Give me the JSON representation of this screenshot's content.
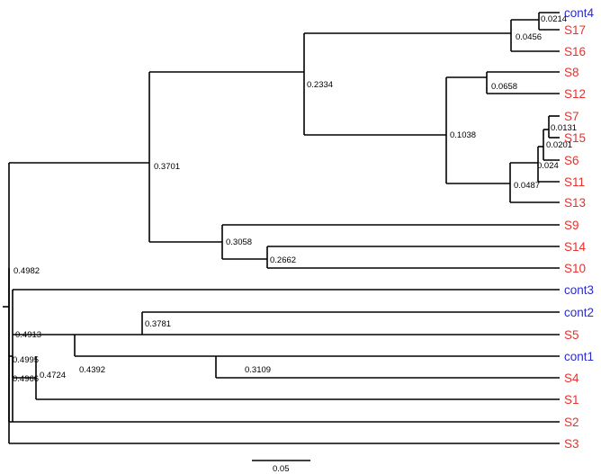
{
  "tree": {
    "colors": {
      "sample": "#e8302c",
      "control": "#2b2ccf"
    },
    "leaves": [
      {
        "name": "cont4",
        "group": "control"
      },
      {
        "name": "S17",
        "group": "sample"
      },
      {
        "name": "S16",
        "group": "sample"
      },
      {
        "name": "S8",
        "group": "sample"
      },
      {
        "name": "S12",
        "group": "sample"
      },
      {
        "name": "S7",
        "group": "sample"
      },
      {
        "name": "S15",
        "group": "sample"
      },
      {
        "name": "S6",
        "group": "sample"
      },
      {
        "name": "S11",
        "group": "sample"
      },
      {
        "name": "S13",
        "group": "sample"
      },
      {
        "name": "S9",
        "group": "sample"
      },
      {
        "name": "S14",
        "group": "sample"
      },
      {
        "name": "S10",
        "group": "sample"
      },
      {
        "name": "cont3",
        "group": "control"
      },
      {
        "name": "cont2",
        "group": "control"
      },
      {
        "name": "S5",
        "group": "sample"
      },
      {
        "name": "cont1",
        "group": "control"
      },
      {
        "name": "S4",
        "group": "sample"
      },
      {
        "name": "S1",
        "group": "sample"
      },
      {
        "name": "S2",
        "group": "sample"
      },
      {
        "name": "S3",
        "group": "sample"
      }
    ],
    "node_labels": [
      "0.0214",
      "0.0456",
      "0.2334",
      "0.0658",
      "0.0131",
      "0.0201",
      "0.024",
      "0.0487",
      "0.1038",
      "0.3701",
      "0.2662",
      "0.3058",
      "0.4982",
      "0.4913",
      "0.3781",
      "0.3109",
      "0.4392",
      "0.4724",
      "0.4995",
      "0.4966"
    ],
    "scale_bar": {
      "label": "0.05"
    }
  }
}
